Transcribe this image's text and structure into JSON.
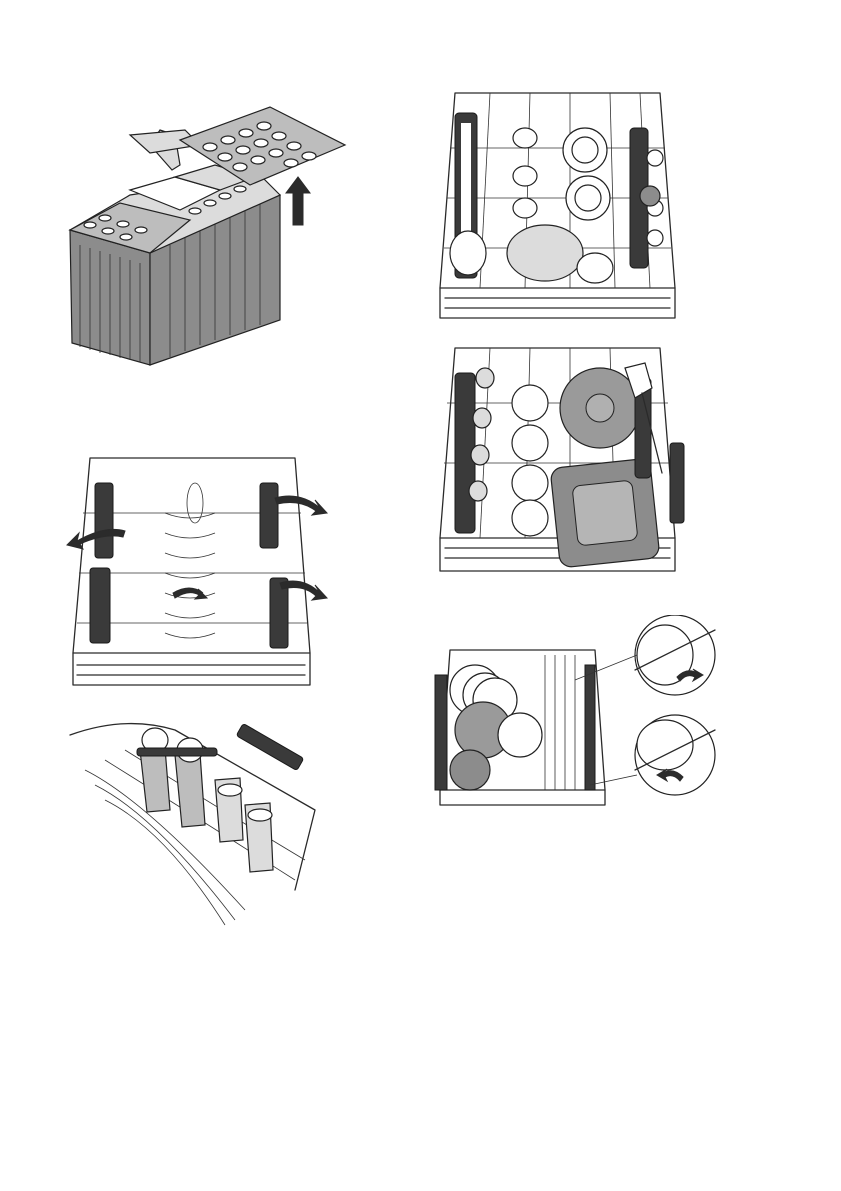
{
  "page": {
    "background": "#ffffff",
    "figures": [
      {
        "id": "cutlery-basket",
        "icon": "cutlery-basket-with-lid-arrow-up"
      },
      {
        "id": "upper-basket-loaded-1",
        "icon": "upper-basket-cups-plates"
      },
      {
        "id": "upper-basket-loaded-2",
        "icon": "upper-basket-plates-bowls"
      },
      {
        "id": "lower-basket-fold-racks",
        "icon": "lower-basket-folding-racks-arrows"
      },
      {
        "id": "lower-basket-plates",
        "icon": "lower-basket-plates-with-detail-magnifiers"
      },
      {
        "id": "glass-holder",
        "icon": "glass-holder-rack"
      }
    ],
    "colors": {
      "line": "#2a2a2a",
      "fill_grey": "#bdbdbd",
      "fill_light": "#dcdcdc",
      "fill_dark": "#8c8c8c"
    }
  }
}
